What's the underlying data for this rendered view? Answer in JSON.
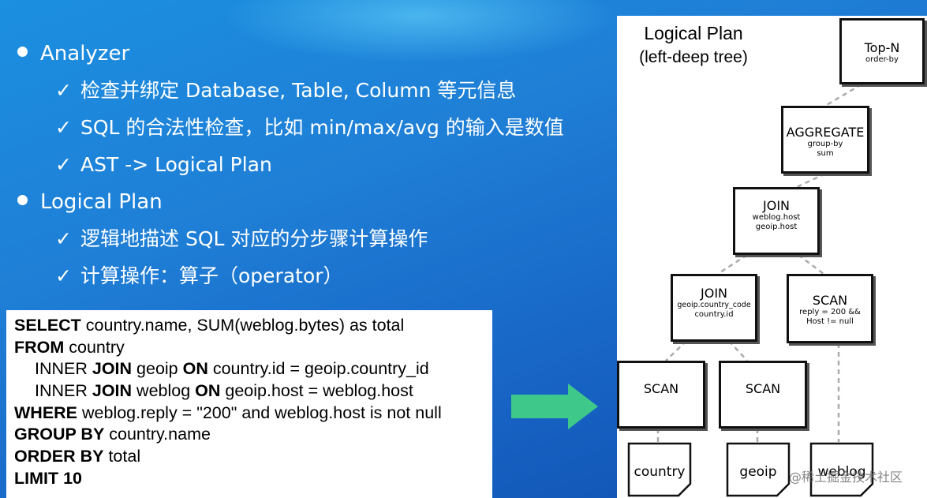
{
  "bullets": [
    {
      "label": "Analyzer",
      "items": [
        "检查并绑定 Database, Table, Column 等元信息",
        "SQL 的合法性检查，比如 min/max/avg 的输入是数值",
        "AST -> Logical Plan"
      ]
    },
    {
      "label": "Logical Plan",
      "items": [
        "逻辑地描述 SQL 对应的分步骤计算操作",
        "计算操作：算子（operator）"
      ]
    }
  ],
  "check_mark": "✓",
  "sql": {
    "select_kw": "SELECT",
    "select_rest": " country.name, SUM(weblog.bytes) as total",
    "from_kw": "FROM",
    "from_rest": " country",
    "join1_pre": "INNER ",
    "join1_kw": "JOIN",
    "join1_mid": " geoip ",
    "join1_on": "ON",
    "join1_rest": " country.id = geoip.country_id",
    "join2_pre": "INNER ",
    "join2_kw": "JOIN",
    "join2_mid": " weblog ",
    "join2_on": "ON",
    "join2_rest": " geoip.host = weblog.host",
    "where_kw": "WHERE",
    "where_rest": " weblog.reply = \"200\" and weblog.host is not null",
    "group_kw": "GROUP BY",
    "group_rest": " country.name",
    "order_kw": "ORDER BY",
    "order_rest": " total",
    "limit_kw": "LIMIT 10"
  },
  "plan": {
    "title": "Logical Plan",
    "subtitle": "(left-deep tree)",
    "topn": {
      "label": "Top-N",
      "detail": "order-by"
    },
    "aggregate": {
      "label": "AGGREGATE",
      "detail1": "group-by",
      "detail2": "sum"
    },
    "join_top": {
      "label": "JOIN",
      "detail1": "weblog.host",
      "detail2": "geoip.host"
    },
    "join_left": {
      "label": "JOIN",
      "detail1": "geoip.country_code",
      "detail2": "country.id"
    },
    "scan_reply": {
      "label": "SCAN",
      "detail1": "reply = 200 &&",
      "detail2": "Host != null"
    },
    "scan_country": {
      "label": "SCAN"
    },
    "scan_geoip": {
      "label": "SCAN"
    },
    "tables": {
      "country": "country",
      "geoip": "geoip",
      "weblog": "weblog"
    }
  },
  "watermark": "@稀土掘金技术社区",
  "colors": {
    "background": "#1f7fd6",
    "arrow": "#3ec98a",
    "edge": "#aaaaaa"
  }
}
